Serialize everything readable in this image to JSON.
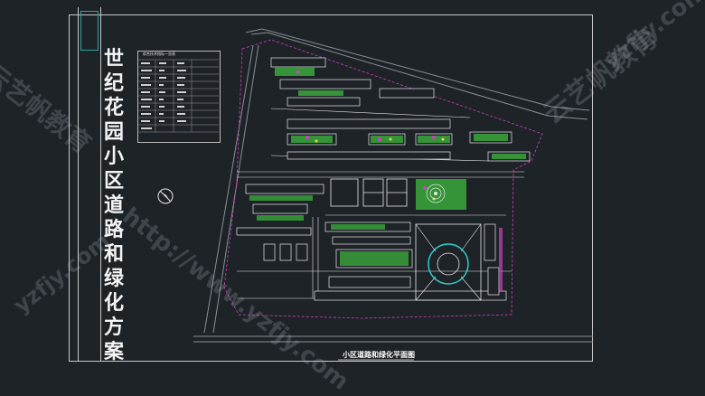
{
  "drawing": {
    "vertical_title": "世纪花园小区道路和绿化方案",
    "table_title": "综合技术指标一览表",
    "plan_label": "小区道路和绿化平面图"
  },
  "watermarks": [
    "yzfjy.com",
    "http://www.yzfjy.com",
    "云艺帆教育",
    "云艺帆教育",
    "yzfjy.com"
  ],
  "colors": {
    "background": "#1e2328",
    "frame": "#c8c8c8",
    "building": "#e8e8e8",
    "green": "#3aa83a",
    "road": "#7a7f88",
    "accent_magenta": "#d040c0",
    "accent_yellow": "#e8d84a",
    "accent_cyan": "#2fd0d0"
  },
  "icons": [
    "north-arrow-icon"
  ]
}
